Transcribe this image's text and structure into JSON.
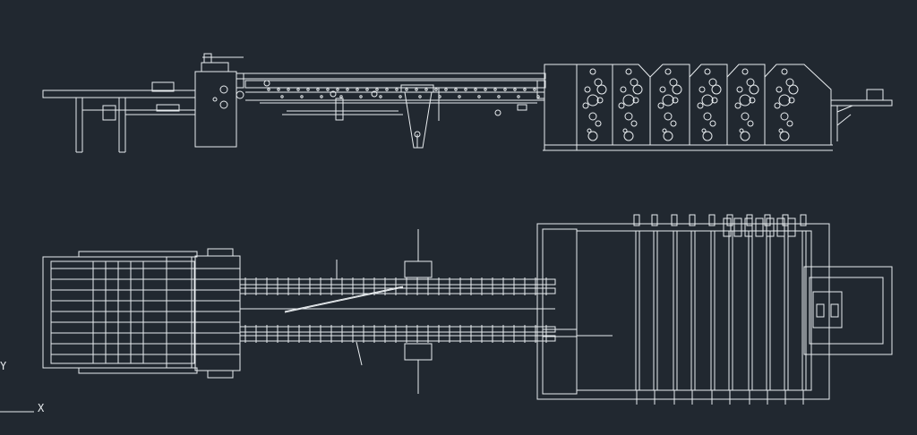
{
  "viewport": {
    "background": "#212830",
    "line_color": "#e8ecef"
  },
  "ucs": {
    "x_label": "X",
    "y_label": "Y"
  },
  "drawing": {
    "views": [
      "side-elevation",
      "plan-view"
    ]
  }
}
